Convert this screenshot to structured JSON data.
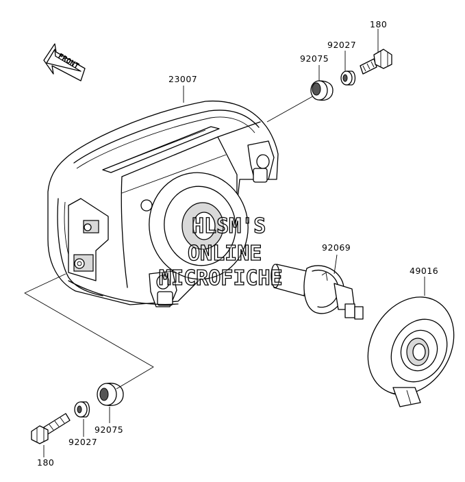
{
  "diagram": {
    "parts": [
      {
        "id": "headlight-assembly",
        "number": "23007"
      },
      {
        "id": "grommet-top",
        "number": "92075"
      },
      {
        "id": "collar-top",
        "number": "92027"
      },
      {
        "id": "bolt-top",
        "number": "180"
      },
      {
        "id": "bulb",
        "number": "92069"
      },
      {
        "id": "boot",
        "number": "49016"
      },
      {
        "id": "grommet-bottom",
        "number": "92075"
      },
      {
        "id": "collar-bottom",
        "number": "92027"
      },
      {
        "id": "bolt-bottom",
        "number": "180"
      }
    ],
    "front_arrow_label": "FRONT",
    "watermark": [
      "HLSM'S",
      "ONLINE",
      "MICROFICHE"
    ]
  }
}
